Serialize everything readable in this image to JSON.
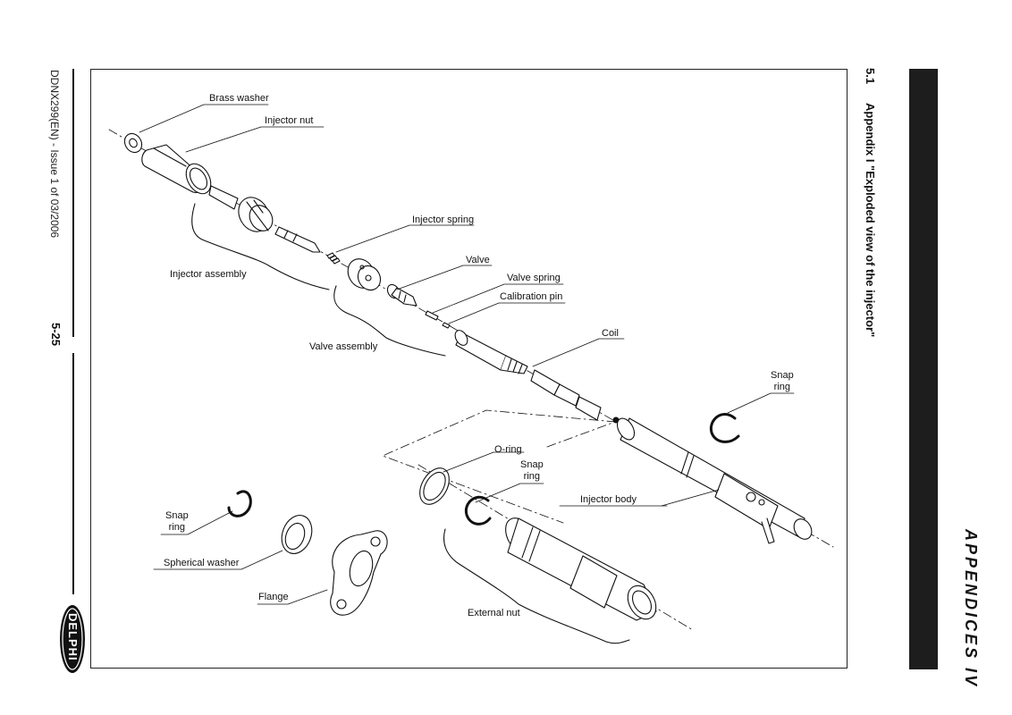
{
  "header": {
    "section_number": "5.1",
    "section_title": "Appendix I \"Exploded view of the injector\"",
    "appendix_label": "APPENDICES IV"
  },
  "footer": {
    "document_ref": "DDNX299(EN) - Issue 1 of 03/2006",
    "page_number": "5-25",
    "logo_text": "DELPHI"
  },
  "labels": {
    "brass_washer": "Brass washer",
    "injector_nut": "Injector nut",
    "injector_spring": "Injector spring",
    "valve": "Valve",
    "valve_spring": "Valve spring",
    "calibration_pin": "Calibration pin",
    "injector_assembly": "Injector assembly",
    "valve_assembly": "Valve assembly",
    "coil": "Coil",
    "snap_ring_upper_right": "Snap\nring",
    "o_ring": "O-ring",
    "snap_ring_middle": "Snap\nring",
    "injector_body": "Injector body",
    "snap_ring_left": "Snap\nring",
    "spherical_washer": "Spherical washer",
    "flange": "Flange",
    "external_nut": "External nut"
  },
  "colors": {
    "ink": "#111111",
    "band": "#1d1d1d"
  }
}
